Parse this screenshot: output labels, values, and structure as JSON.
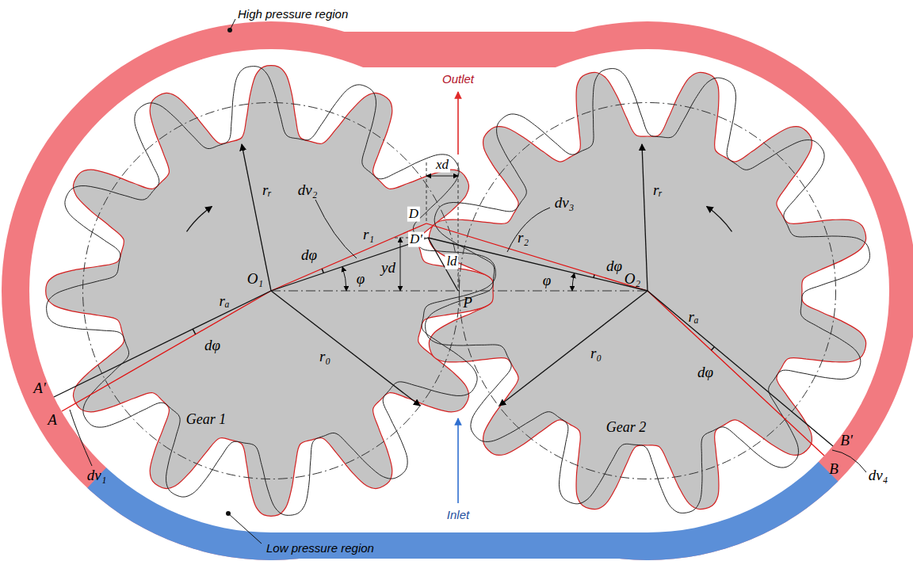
{
  "diagram": {
    "labels": [
      "High pressure region",
      "Outlet",
      "dv₂",
      "dv₃",
      "xd",
      "D",
      "D'",
      "ld",
      "yd",
      "rᵣ",
      "rᵣ",
      "O₁",
      "O₂",
      "dφ",
      "dφ",
      "φ",
      "φ",
      "r₁",
      "r₂",
      "P",
      "rₐ",
      "rₐ",
      "r₀",
      "r₀",
      "dφ",
      "dφ",
      "A'",
      "A",
      "dv₁",
      "Gear 1",
      "Gear 2",
      "dv₄",
      "B'",
      "B",
      "Inlet",
      "Low pressure region"
    ]
  }
}
